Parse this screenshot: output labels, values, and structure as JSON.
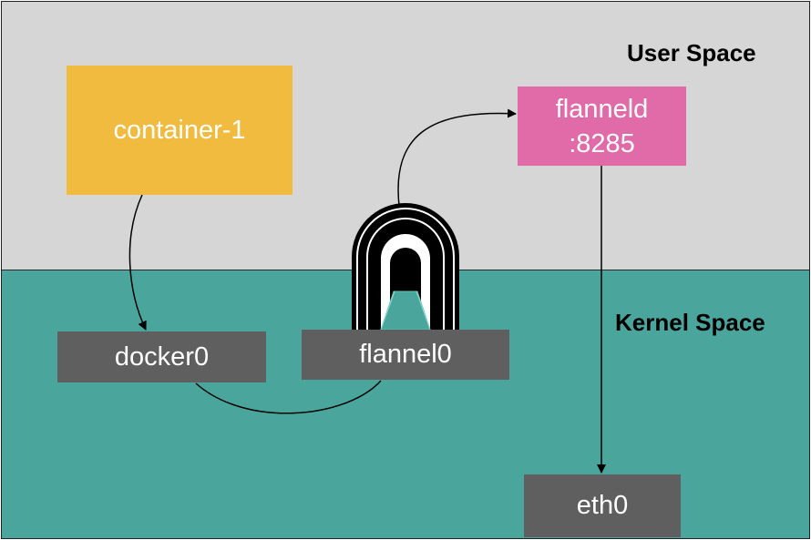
{
  "regions": {
    "user_space": {
      "label": "User Space",
      "color": "#d6d6d6"
    },
    "kernel_space": {
      "label": "Kernel Space",
      "color": "#4aa69d"
    }
  },
  "nodes": {
    "container_1": {
      "label": "container-1",
      "color": "#f0bb3e"
    },
    "flanneld": {
      "label_line1": "flanneld",
      "label_line2": ":8285",
      "color": "#e16aa9"
    },
    "docker0": {
      "label": "docker0",
      "color": "#5f5f5f"
    },
    "flannel0": {
      "label": "flannel0",
      "color": "#5f5f5f"
    },
    "eth0": {
      "label": "eth0",
      "color": "#5f5f5f"
    }
  },
  "edges": [
    {
      "from": "container-1",
      "to": "docker0"
    },
    {
      "from": "docker0",
      "to": "flannel0"
    },
    {
      "from": "flannel0",
      "to": "flanneld"
    },
    {
      "from": "flanneld",
      "to": "eth0"
    }
  ],
  "icons": {
    "tunnel": "tunnel-icon"
  }
}
